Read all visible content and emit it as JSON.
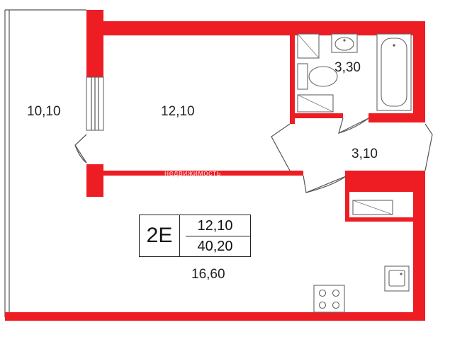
{
  "plan": {
    "watermark": "недвижимость",
    "rooms": {
      "balcony": "10,10",
      "living_room": "12,10",
      "bathroom": "3,30",
      "hallway": "3,10",
      "kitchen": "16,60"
    },
    "apartment": {
      "type": "2E",
      "living_area": "12,10",
      "total_area": "40,20"
    },
    "colors": {
      "wall": "#ee1c23",
      "text": "#222222"
    }
  }
}
